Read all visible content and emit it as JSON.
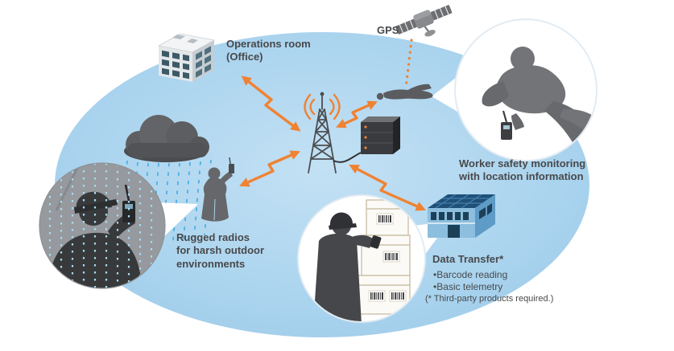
{
  "labels": {
    "operations_room": "Operations room\n(Office)",
    "gps": "GPS",
    "worker_safety": "Worker safety monitoring\nwith location information",
    "rugged_radios": "Rugged radios\nfor harsh outdoor\nenvironments",
    "data_transfer": {
      "title": "Data Transfer*",
      "items": [
        "•Barcode reading",
        "•Basic telemetry"
      ],
      "footnote": "(* Third-party products required.)"
    }
  },
  "colors": {
    "coverage_blue": "#a9d3ee",
    "arrow": "#f08232",
    "rain": "#4fb0e4",
    "silhouette": "#6d6e71",
    "text": "#48494b"
  },
  "icons": {
    "gps_satellite": "satellite with solar panels",
    "radio_tower": "lattice radio mast with signal waves",
    "base_station": "rack server unit",
    "office_building": "isometric office block",
    "rain_cloud": "dark storm cloud with rain",
    "warehouse": "factory building with solar-panel roof",
    "fallen_worker": "worker lying on ground",
    "handheld_radio": "walkie-talkie"
  }
}
